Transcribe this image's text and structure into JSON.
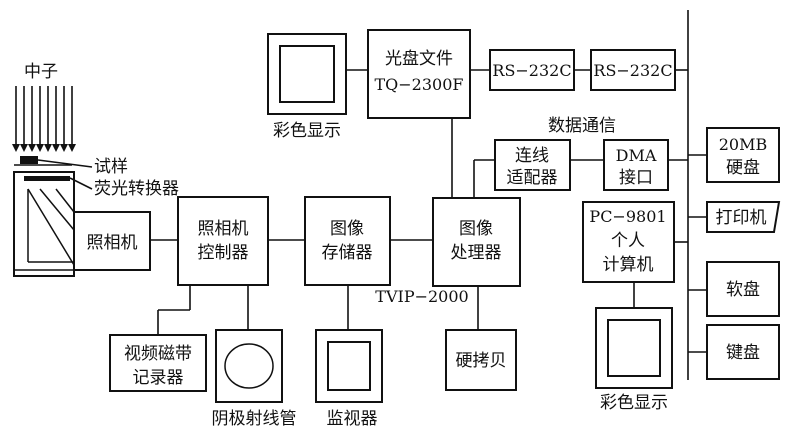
{
  "diagram": {
    "neutron": "中子",
    "sample": "试样",
    "converter": "荧光转换器",
    "camera": "照相机",
    "camera_controller": [
      "照相机",
      "控制器"
    ],
    "image_storage": [
      "图像",
      "存储器"
    ],
    "image_processor": [
      "图像",
      "处理器"
    ],
    "processor_model": "TVIP−2000",
    "color_display_top": "彩色显示",
    "disc_file": [
      "光盘文件",
      "TQ−2300F"
    ],
    "rs232c_1": "RS−232C",
    "rs232c_2": "RS−232C",
    "data_comm": "数据通信",
    "adapter": [
      "连线",
      "适配器"
    ],
    "dma": [
      "DMA",
      "接口"
    ],
    "hdd": [
      "20MB",
      "硬盘"
    ],
    "pc": [
      "PC−9801",
      "个人",
      "计算机"
    ],
    "printer": "打印机",
    "floppy": "软盘",
    "keyboard": "键盘",
    "vcr": [
      "视频磁带",
      "记录器"
    ],
    "crt": "阴极射线管",
    "monitor": "监视器",
    "hardcopy": "硬拷贝",
    "color_display_bottom": "彩色显示"
  }
}
